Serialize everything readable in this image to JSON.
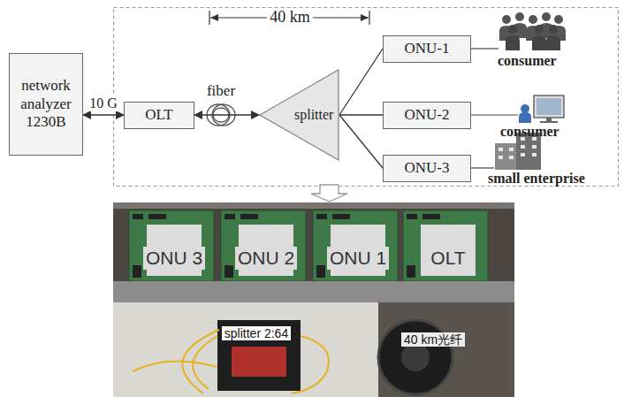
{
  "diagram": {
    "nodes": [
      {
        "text": [
          "network analyzer 1230B"
        ]
      },
      {
        "text": [
          "OLT"
        ]
      },
      {
        "text": [
          "splitter"
        ]
      },
      {
        "text": [
          "ONU-1"
        ]
      },
      {
        "text": [
          "ONU-2"
        ]
      },
      {
        "text": [
          "ONU-3"
        ]
      }
    ],
    "edges": [
      {
        "from": 0,
        "to": 1,
        "arrow": "both",
        "label": "10 G"
      },
      {
        "from": 1,
        "to": 2,
        "arrow": "both"
      },
      {
        "from": 2,
        "to": 3,
        "arrow": "none"
      },
      {
        "from": 2,
        "to": 4,
        "arrow": "none"
      },
      {
        "from": 2,
        "to": 5,
        "arrow": "none"
      }
    ],
    "labels": [
      "40 km",
      "fiber",
      "consumer",
      "consumer",
      "small enterprise",
      "ONU 3",
      "ONU 2",
      "ONU 1",
      "OLT",
      "splitter 2:64",
      "40 km光纤"
    ]
  }
}
